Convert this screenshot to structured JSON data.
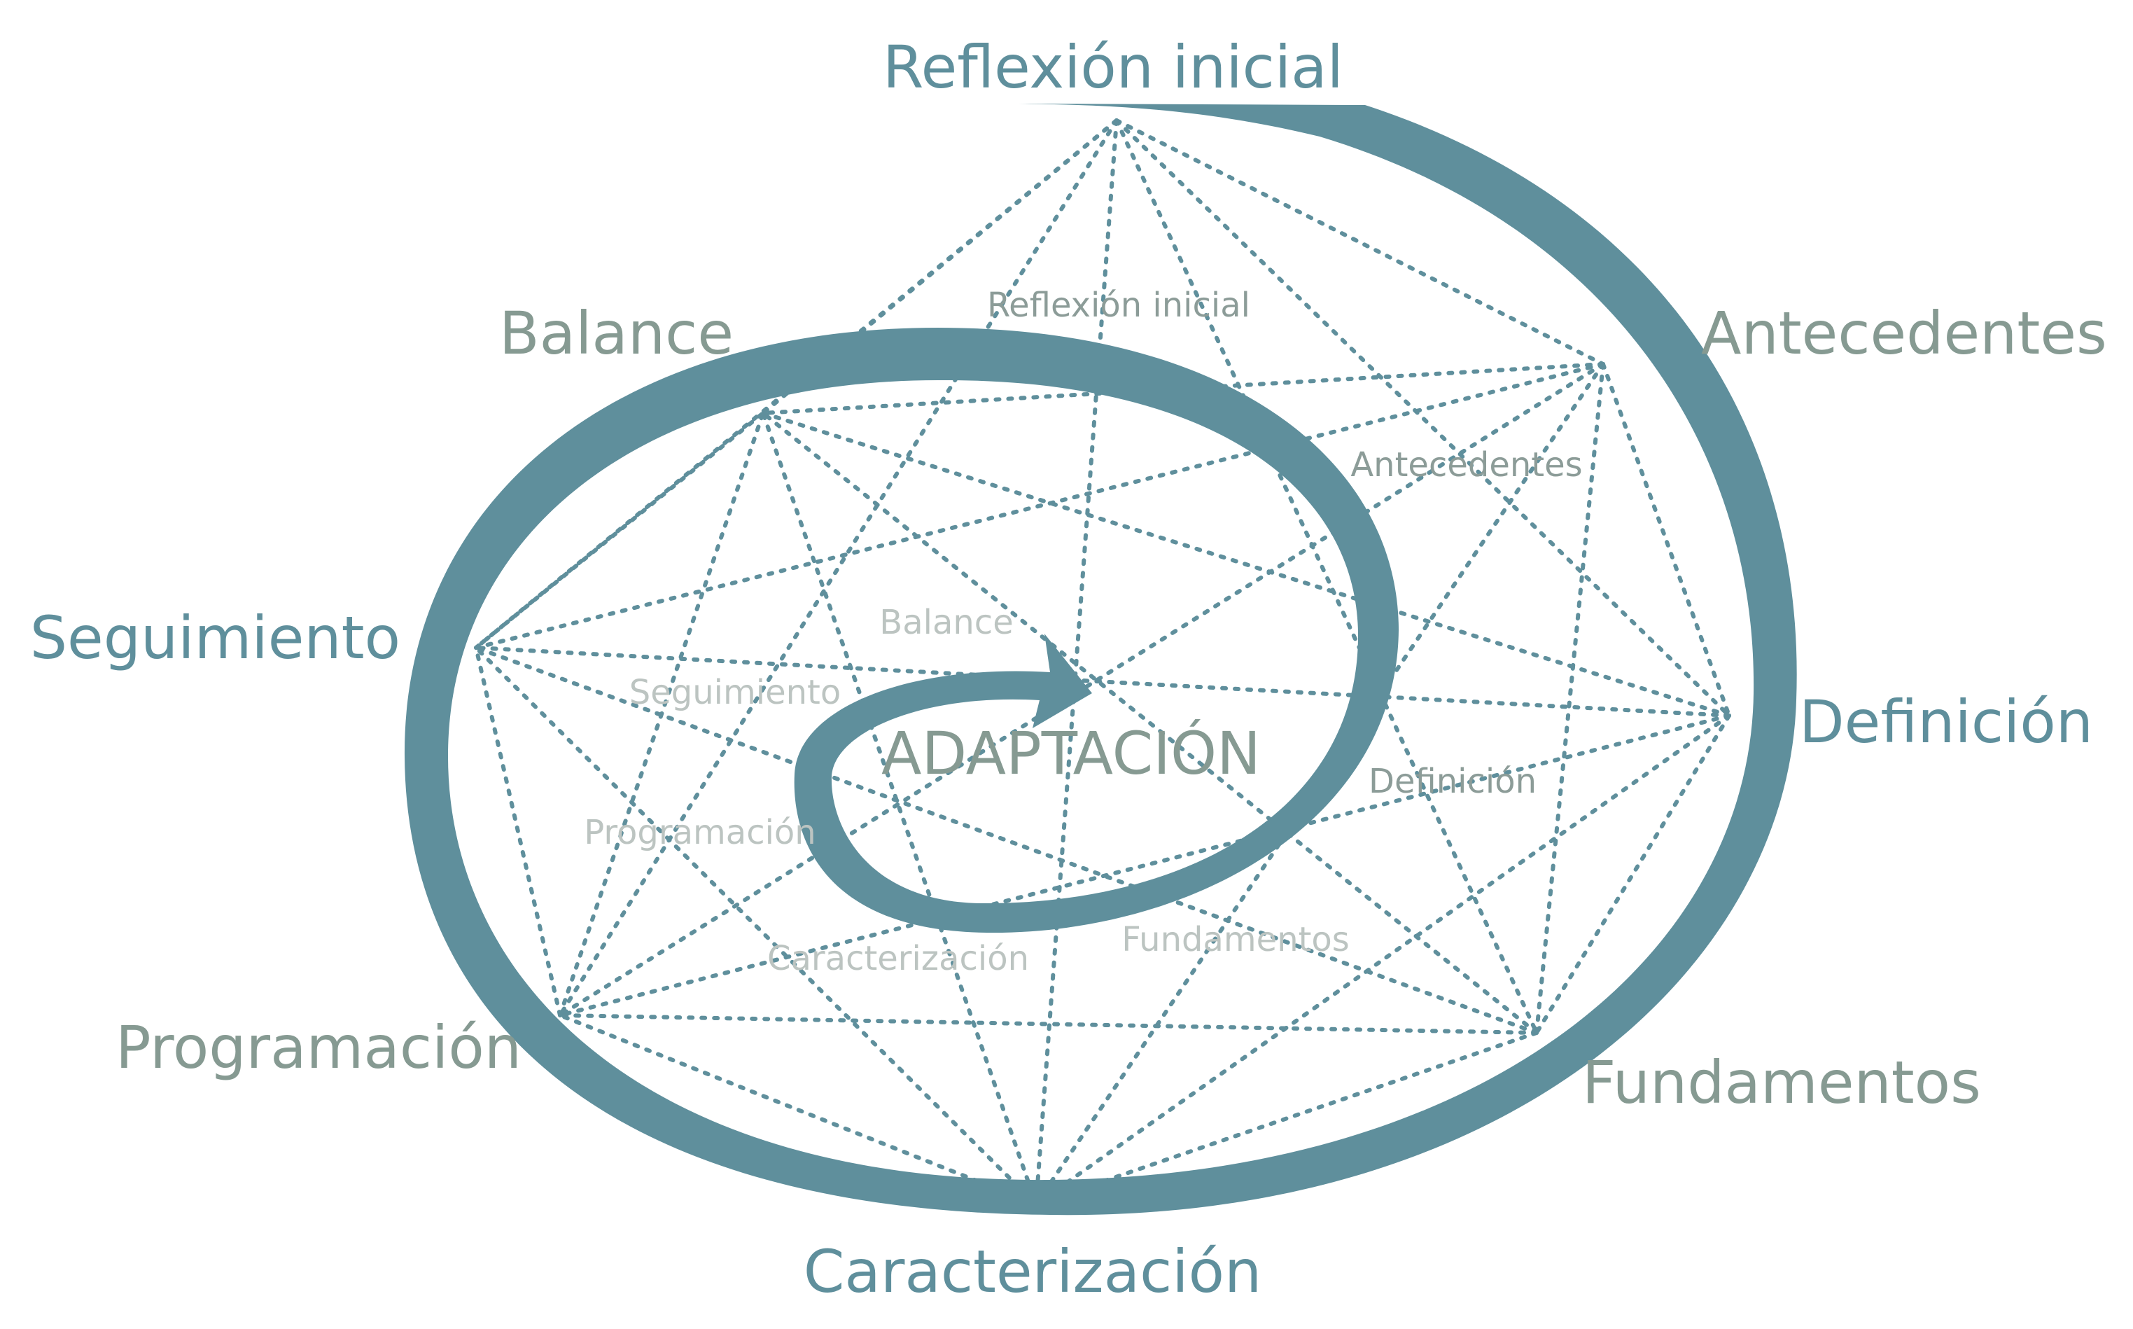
{
  "center_label": "ADAPTACIÓN",
  "colors": {
    "spiral": "#5f8f9c",
    "dots": "#5f8f9c",
    "outer_label_teal": "#5f8f9c",
    "outer_label_sage": "#869a92",
    "inner_label_dark": "#8c9c98",
    "inner_label_light": "#bcc4c1",
    "center_label": "#869a92"
  },
  "outer_labels": [
    {
      "text": "Reflexión inicial",
      "tone": "teal"
    },
    {
      "text": "Antecedentes",
      "tone": "sage"
    },
    {
      "text": "Definición",
      "tone": "teal"
    },
    {
      "text": "Fundamentos",
      "tone": "sage"
    },
    {
      "text": "Caracterización",
      "tone": "teal"
    },
    {
      "text": "Programación",
      "tone": "sage"
    },
    {
      "text": "Seguimiento",
      "tone": "teal"
    },
    {
      "text": "Balance",
      "tone": "sage"
    }
  ],
  "inner_labels": [
    {
      "text": "Reflexión inicial",
      "tone": "dark"
    },
    {
      "text": "Antecedentes",
      "tone": "dark"
    },
    {
      "text": "Definición",
      "tone": "dark"
    },
    {
      "text": "Fundamentos",
      "tone": "light"
    },
    {
      "text": "Caracterización",
      "tone": "light"
    },
    {
      "text": "Programación",
      "tone": "light"
    },
    {
      "text": "Seguimiento",
      "tone": "light"
    },
    {
      "text": "Balance",
      "tone": "light"
    }
  ]
}
